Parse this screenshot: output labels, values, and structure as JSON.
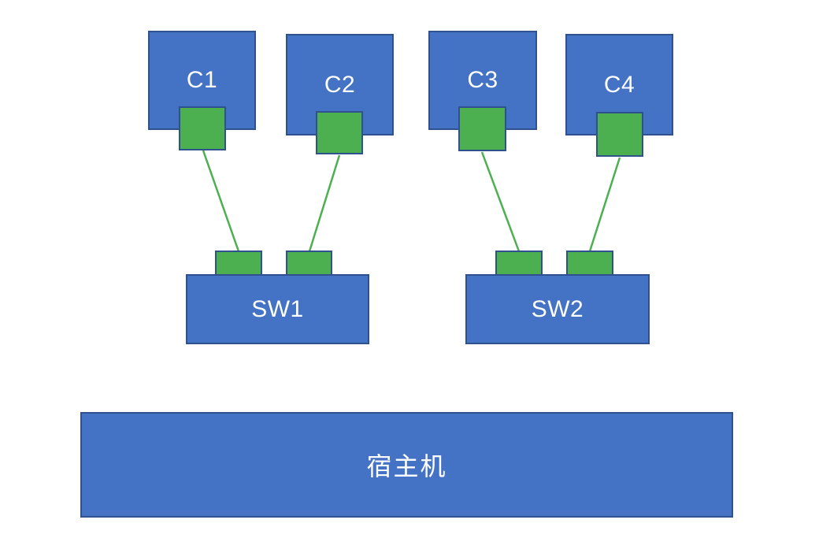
{
  "diagram": {
    "type": "network-topology",
    "containers": [
      {
        "label": "C1"
      },
      {
        "label": "C2"
      },
      {
        "label": "C3"
      },
      {
        "label": "C4"
      }
    ],
    "switches": [
      {
        "label": "SW1"
      },
      {
        "label": "SW2"
      }
    ],
    "host": {
      "label": "宿主机"
    },
    "links": [
      {
        "from": "C1",
        "to": "SW1"
      },
      {
        "from": "C2",
        "to": "SW1"
      },
      {
        "from": "C3",
        "to": "SW2"
      },
      {
        "from": "C4",
        "to": "SW2"
      }
    ],
    "colors": {
      "node_fill": "#4472C4",
      "node_border": "#2F528F",
      "port_fill": "#4CAF50",
      "port_border": "#2F528F",
      "link_color": "#4CAF50",
      "label_color": "#FFFFFF",
      "background": "#FFFFFF"
    }
  }
}
